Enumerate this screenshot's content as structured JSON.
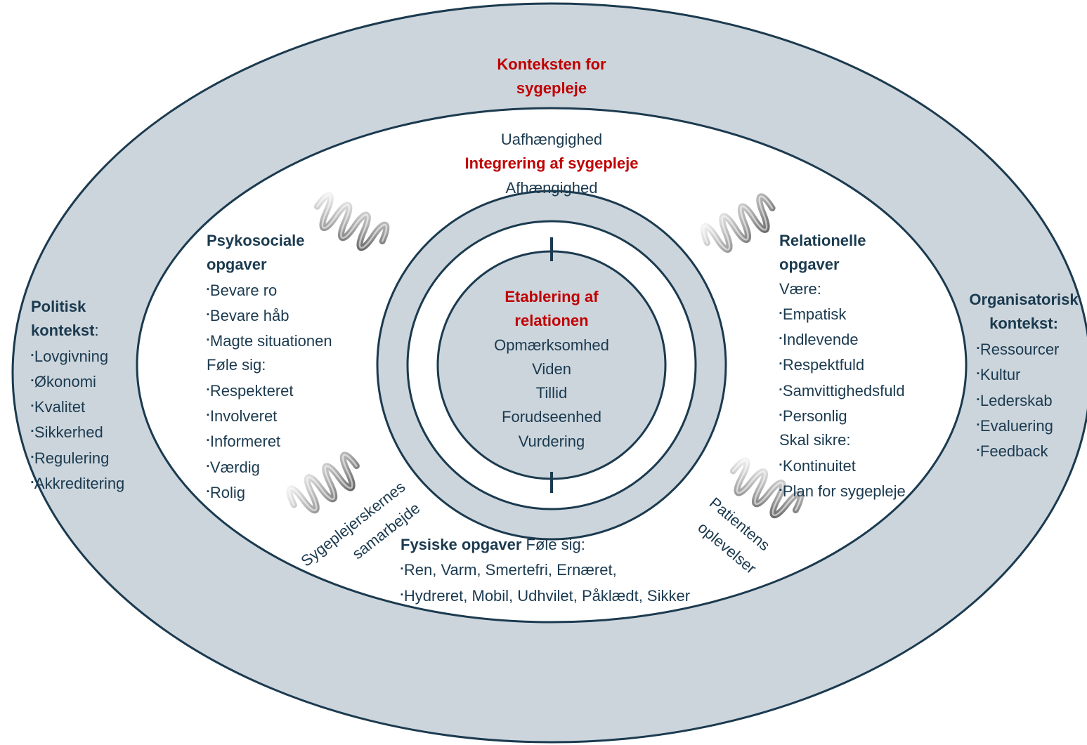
{
  "outer": {
    "title_line1": "Konteksten for",
    "title_line2": "sygepleje"
  },
  "integration": {
    "top": "Uafhængighed",
    "title": "Integrering af sygepleje",
    "bottom": "Afhængighed"
  },
  "center": {
    "title_line1": "Etablering af",
    "title_line2": "relationen",
    "items": [
      "Opmærksomhed",
      "Viden",
      "Tillid",
      "Forudseenhed",
      "Vurdering"
    ]
  },
  "political": {
    "title_line1": "Politisk",
    "title_line2": "kontekst",
    "colon": ":",
    "items": [
      "Lovgivning",
      "Økonomi",
      "Kvalitet",
      "Sikkerhed",
      "Regulering",
      "Akkreditering"
    ]
  },
  "organizational": {
    "title_line1": "Organisatorisk",
    "title_line2": "kontekst:",
    "items": [
      "Ressourcer",
      "Kultur",
      "Lederskab",
      "Evaluering",
      "Feedback"
    ]
  },
  "psychosocial": {
    "title_line1": "Psykosociale",
    "title_line2": "opgaver",
    "items_a": [
      "Bevare ro",
      "Bevare håb",
      "Magte situationen"
    ],
    "subheading": "Føle sig:",
    "items_b": [
      "Respekteret",
      "Involveret",
      "Informeret",
      "Værdig",
      "Rolig"
    ]
  },
  "relational": {
    "title_line1": "Relationelle",
    "title_line2": "opgaver",
    "subheading_a": "Være:",
    "items_a": [
      "Empatisk",
      "Indlevende",
      "Respektfuld",
      "Samvittighedsfuld",
      "Personlig"
    ],
    "subheading_b": "Skal sikre:",
    "items_b": [
      "Kontinuitet",
      "Plan for sygepleje"
    ]
  },
  "physical": {
    "title": "Fysiske opgaver",
    "subheading": " Føle sig:",
    "line1": "Ren, Varm, Smertefri, Ernæret,",
    "line2": "Hydreret, Mobil, Udhvilet, Påklædt, Sikker"
  },
  "arc_labels": {
    "nurses_line1": "Sygeplejerskernes",
    "nurses_line2": "samarbejde",
    "patients_line1": "Patientens",
    "patients_line2": "oplevelser"
  },
  "bullet_symbol": "▪",
  "colors": {
    "ring_fill": "#ccd5dc",
    "ring_stroke": "#1b3a4f",
    "text": "#1b3a4f",
    "accent": "#c00000"
  }
}
